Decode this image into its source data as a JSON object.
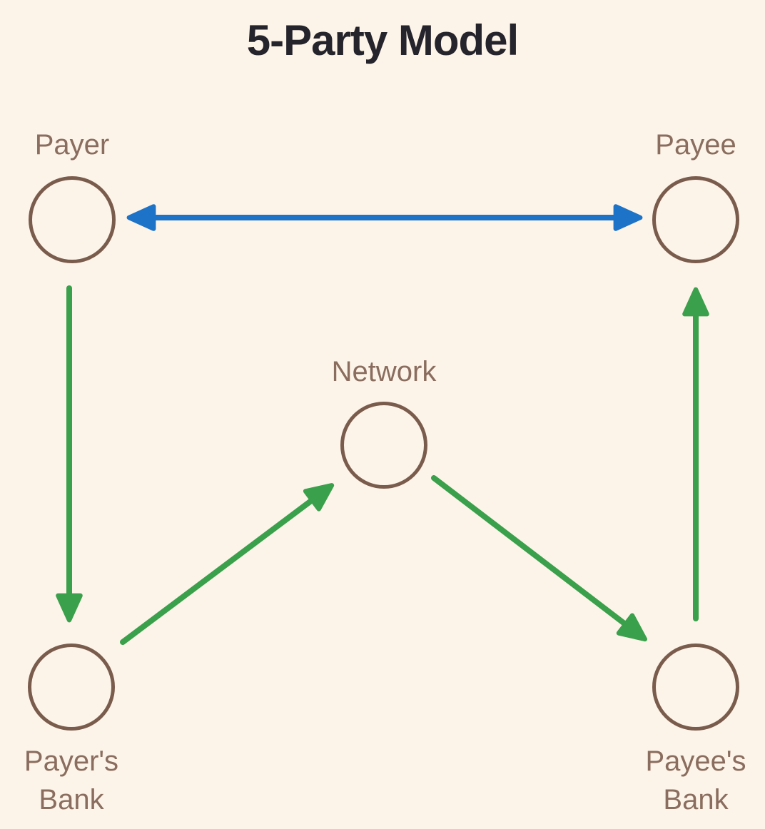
{
  "title": "5-Party Model",
  "nodes": {
    "payer": {
      "label": "Payer"
    },
    "payee": {
      "label": "Payee"
    },
    "network": {
      "label": "Network"
    },
    "payers_bank": {
      "label_line1": "Payer's",
      "label_line2": "Bank"
    },
    "payees_bank": {
      "label_line1": "Payee's",
      "label_line2": "Bank"
    }
  },
  "connections": [
    {
      "from": "Payer",
      "to": "Payee",
      "direction": "bidirectional",
      "color": "#1D73C8"
    },
    {
      "from": "Payer",
      "to": "Payer's Bank",
      "direction": "one-way",
      "color": "#3AA04B"
    },
    {
      "from": "Payer's Bank",
      "to": "Network",
      "direction": "one-way",
      "color": "#3AA04B"
    },
    {
      "from": "Network",
      "to": "Payee's Bank",
      "direction": "one-way",
      "color": "#3AA04B"
    },
    {
      "from": "Payee's Bank",
      "to": "Payee",
      "direction": "one-way",
      "color": "#3AA04B"
    }
  ],
  "colors": {
    "background": "#FDF4E9",
    "node_outline": "#7A5C4D",
    "node_label": "#8A6D5E",
    "title": "#25232B",
    "arrow_blue": "#1D73C8",
    "arrow_green": "#3AA04B"
  }
}
